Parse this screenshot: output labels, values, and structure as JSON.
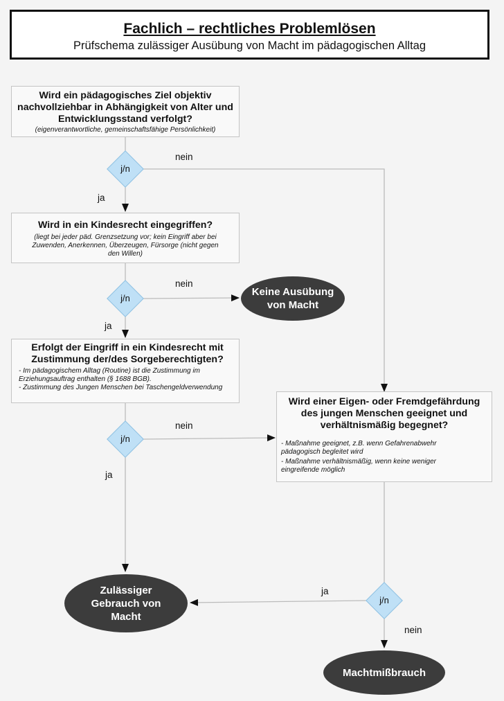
{
  "header": {
    "title": "Fachlich – rechtliches Problemlösen",
    "subtitle": "Prüfschema zulässiger Ausübung von Macht im pädagogischen Alltag"
  },
  "box1": {
    "question": "Wird ein pädagogisches Ziel objektiv nachvollziehbar in Abhängigkeit von Alter und Entwicklungsstand verfolgt?",
    "note": "(eigenverantwortliche, gemeinschaftsfähige Persönlichkeit)"
  },
  "box2": {
    "question": "Wird in ein Kindesrecht eingegriffen?",
    "note": "(liegt bei jeder päd. Grenzsetzung vor; kein Eingriff aber bei Zuwenden, Anerkennen, Überzeugen, Fürsorge (nicht gegen den Willen)"
  },
  "box3": {
    "question": "Erfolgt der Eingriff in ein Kindesrecht mit Zustimmung der/des Sorgeberechtigten?",
    "note1": "- Im pädagogischem Alltag (Routine) ist die Zustimmung im Erziehungsauftrag enthalten (§ 1688 BGB).",
    "note2": "- Zustimmung des Jungen Menschen bei Taschengeldverwendung"
  },
  "box4": {
    "question": "Wird einer Eigen- oder Fremdgefährdung des jungen Menschen geeignet und verhältnismäßig begegnet?",
    "note1": "- Maßnahme geeignet, z.B. wenn Gefahrenabwehr pädagogisch begleitet wird",
    "note2": "- Maßnahme verhältnismäßig, wenn keine weniger eingreifende möglich"
  },
  "decision_label": "j/n",
  "labels": {
    "yes": "ja",
    "no": "nein"
  },
  "outcomes": {
    "no_power": "Keine Ausübung von Macht",
    "permitted": "Zulässiger Gebrauch von Macht",
    "abuse": "Machtmißbrauch"
  },
  "colors": {
    "diamond_fill": "#bfe0f6",
    "ellipse_fill": "#3c3c3c",
    "line": "#bbbbbb"
  }
}
